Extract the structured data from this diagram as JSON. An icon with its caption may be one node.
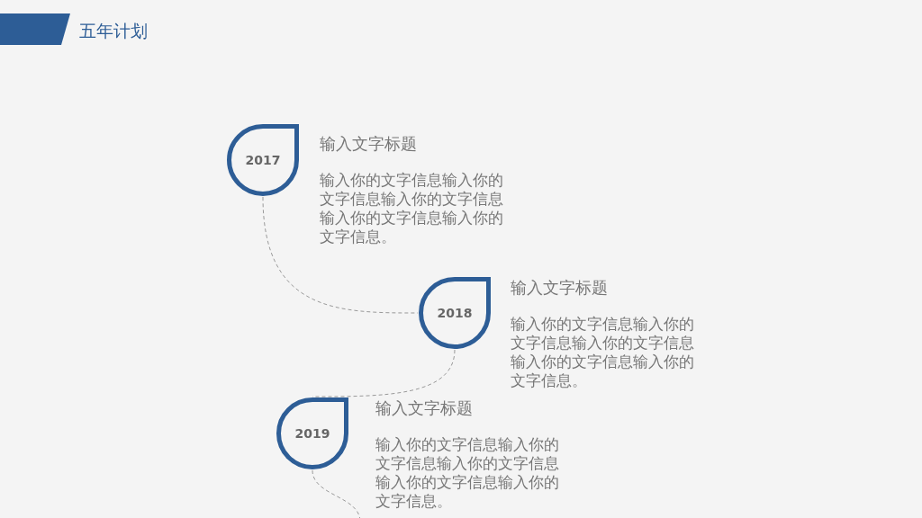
{
  "diagram": {
    "title": "五年计划",
    "nodes": [
      {
        "text": [
          "2017"
        ],
        "beside": [
          "输入文字标题",
          "输入你的文字信息输入你的文字信息输入你的文字信息输入你的文字信息输入你的文字信息。"
        ]
      },
      {
        "text": [
          "2018"
        ],
        "beside": [
          "输入文字标题",
          "输入你的文字信息输入你的文字信息输入你的文字信息输入你的文字信息输入你的文字信息。"
        ]
      },
      {
        "text": [
          "2019"
        ],
        "beside": [
          "输入文字标题",
          "输入你的文字信息输入你的文字信息输入你的文字信息输入你的文字信息输入你的文字信息。"
        ]
      }
    ],
    "edges": [
      {
        "from": 0,
        "to": 1,
        "arrow": "none",
        "style": "dashed"
      },
      {
        "from": 1,
        "to": 2,
        "arrow": "none",
        "style": "dashed"
      },
      {
        "from": 2,
        "to": null,
        "arrow": "none",
        "style": "dashed"
      }
    ]
  }
}
